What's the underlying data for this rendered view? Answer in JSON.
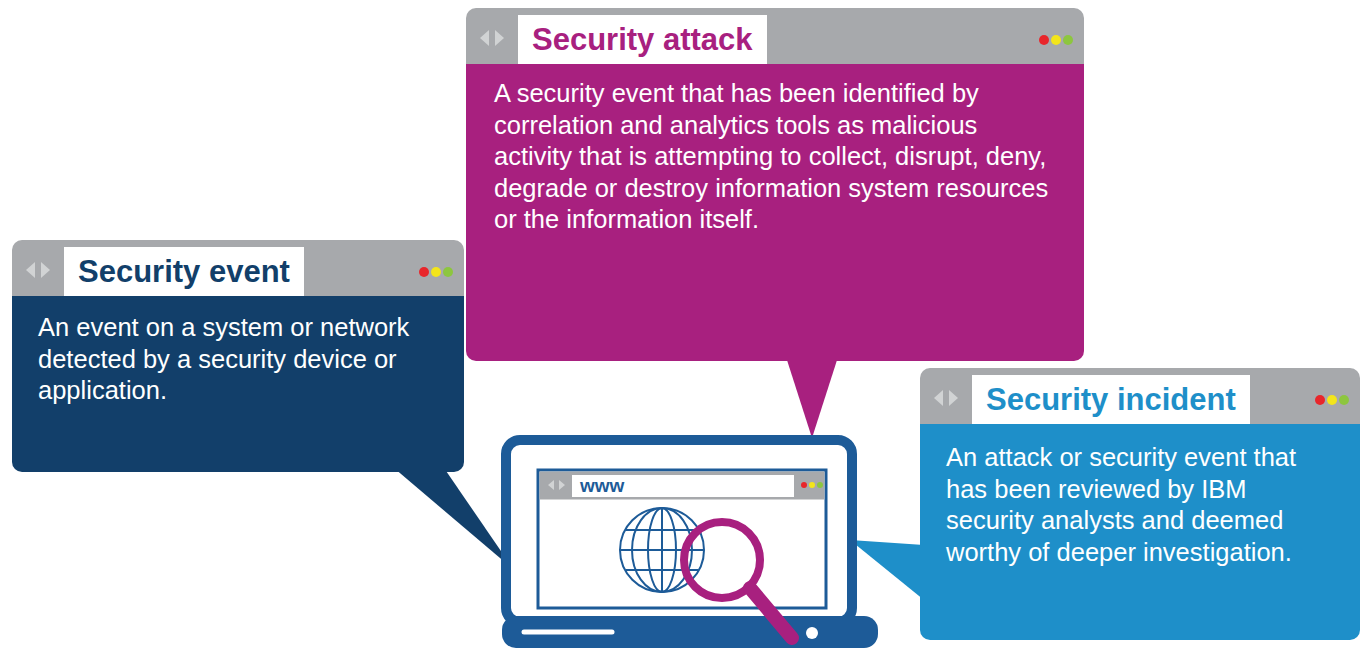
{
  "diagram": {
    "nodes": [
      {
        "text": [
          "Security event",
          "An event on a system or network detected by a security device or application."
        ]
      },
      {
        "text": [
          "Security attack",
          "A security event that has been identified by correlation and analytics tools as malicious activity that is attempting to collect, disrupt, deny, degrade or destroy information system resources or the information itself."
        ]
      },
      {
        "text": [
          "Security incident",
          "An attack or security event that has been reviewed by IBM security analysts and deemed worthy of deeper investigation."
        ]
      }
    ],
    "labels": [
      "www"
    ]
  }
}
